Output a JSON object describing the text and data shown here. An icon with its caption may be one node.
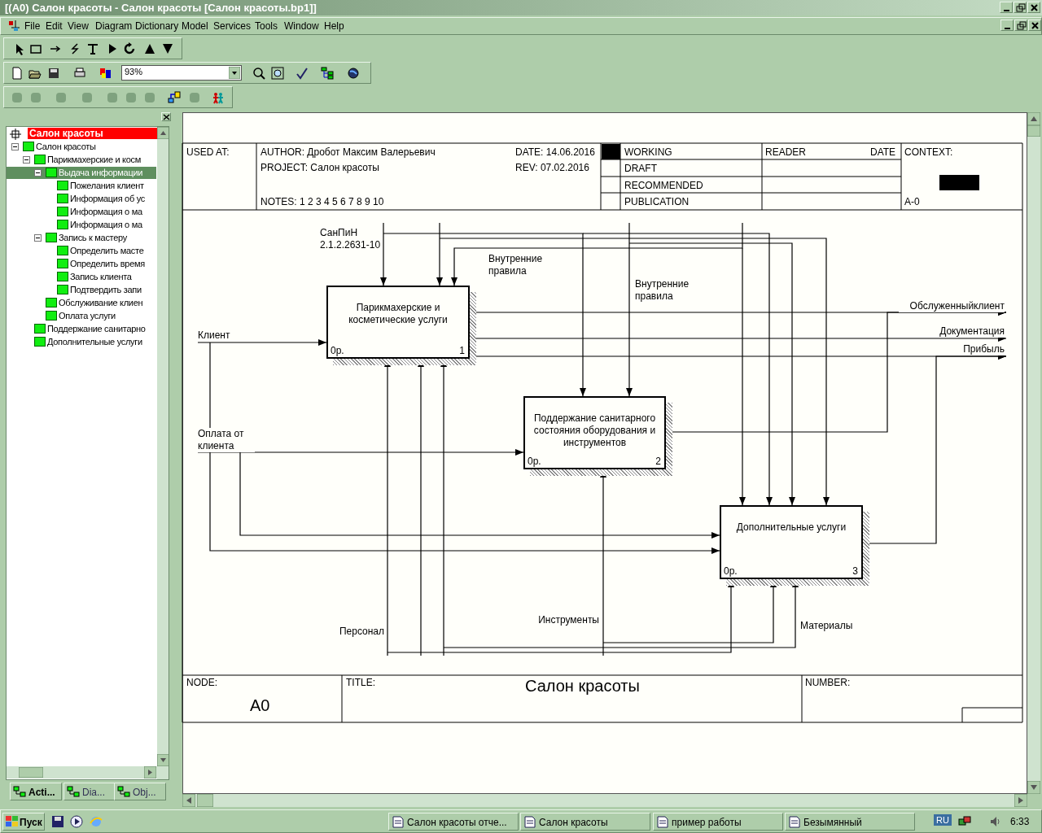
{
  "diagram": {
    "nodes": [
      {
        "text": [
          "Парикмахерские и косметические услуги",
          "0р.",
          "1"
        ]
      },
      {
        "text": [
          "Поддержание санитарного состояния оборудования и инструментов",
          "0р.",
          "2"
        ]
      },
      {
        "text": [
          "Дополнительные услуги",
          "0р.",
          "3"
        ]
      }
    ],
    "edges": [
      {
        "from": null,
        "to": 0,
        "arrow": "to",
        "label": "Клиент"
      },
      {
        "from": null,
        "to": 2,
        "arrow": "to"
      },
      {
        "from": null,
        "to": 1,
        "arrow": "to",
        "label": "Оплата от клиента"
      },
      {
        "from": null,
        "to": 2,
        "arrow": "to"
      },
      {
        "from": null,
        "to": 0,
        "arrow": "to",
        "label": "СанПиН 2.1.2.2631-10"
      },
      {
        "from": null,
        "to": 1,
        "arrow": "to"
      },
      {
        "from": null,
        "to": 2,
        "arrow": "to"
      },
      {
        "from": null,
        "to": 0,
        "arrow": "to"
      },
      {
        "from": null,
        "to": 2,
        "arrow": "to"
      },
      {
        "from": null,
        "to": 0,
        "arrow": "to",
        "label": "Внутренние правила"
      },
      {
        "from": null,
        "to": 2,
        "arrow": "to"
      },
      {
        "from": null,
        "to": 1,
        "arrow": "to",
        "label": "Внутренние правила"
      },
      {
        "from": null,
        "to": 2,
        "arrow": "to"
      },
      {
        "from": 0,
        "to": null,
        "arrow": "to",
        "label": "Обслуженныйклиент"
      },
      {
        "from": 1,
        "to": null,
        "arrow": "to"
      },
      {
        "from": 0,
        "to": null,
        "arrow": "to",
        "label": "Документация"
      },
      {
        "from": 0,
        "to": null,
        "arrow": "to",
        "label": "Прибыль"
      },
      {
        "from": 2,
        "to": null,
        "arrow": "to"
      },
      {
        "from": null,
        "to": 0,
        "arrow": "to",
        "label": "Персонал"
      },
      {
        "from": null,
        "to": 2,
        "arrow": "to"
      },
      {
        "from": null,
        "to": 0,
        "arrow": "to"
      },
      {
        "from": null,
        "to": 1,
        "arrow": "to",
        "label": "Инструменты"
      },
      {
        "from": null,
        "to": 2,
        "arrow": "to"
      },
      {
        "from": null,
        "to": 0,
        "arrow": "to"
      },
      {
        "from": null,
        "to": 2,
        "arrow": "to",
        "label": "Материалы"
      }
    ],
    "labels": [
      "[(A0) Салон красоты - Салон красоты  [Салон красоты.bp1]]",
      "File",
      "Edit",
      "View",
      "Diagram",
      "Dictionary",
      "Model",
      "Services",
      "Tools",
      "Window",
      "Help",
      "93%",
      "Салон красоты",
      "Салон красоты",
      "Парикмахерские и косм",
      "Выдача информации",
      "Пожелания клиент",
      "Информация об ус",
      "Информация о ма",
      "Информация о ма",
      "Запись к мастеру",
      "Определить масте",
      "Определить время",
      "Запись клиента",
      "Подтвердить запи",
      "Обслуживание клиен",
      "Оплата услуги",
      "Поддержание санитарно",
      "Дополнительные услуги",
      "Acti...",
      "Dia...",
      "Obj...",
      "USED AT:",
      "AUTHOR: Дробот Максим Валерьевич",
      "DATE: 14.06.2016",
      "WORKING",
      "READER",
      "DATE",
      "CONTEXT:",
      "PROJECT: Салон красоты",
      "REV: 07.02.2016",
      "DRAFT",
      "RECOMMENDED",
      "NOTES: 1 2 3 4 5 6 7 8 9 10",
      "PUBLICATION",
      "A-0",
      "NODE:",
      "TITLE:",
      "NUMBER:",
      "A0",
      "Салон красоты",
      "Пуск",
      "Салон красоты отче...",
      "Салон красоты",
      "пример работы",
      "Безымянный",
      "RU",
      "6:33"
    ]
  }
}
